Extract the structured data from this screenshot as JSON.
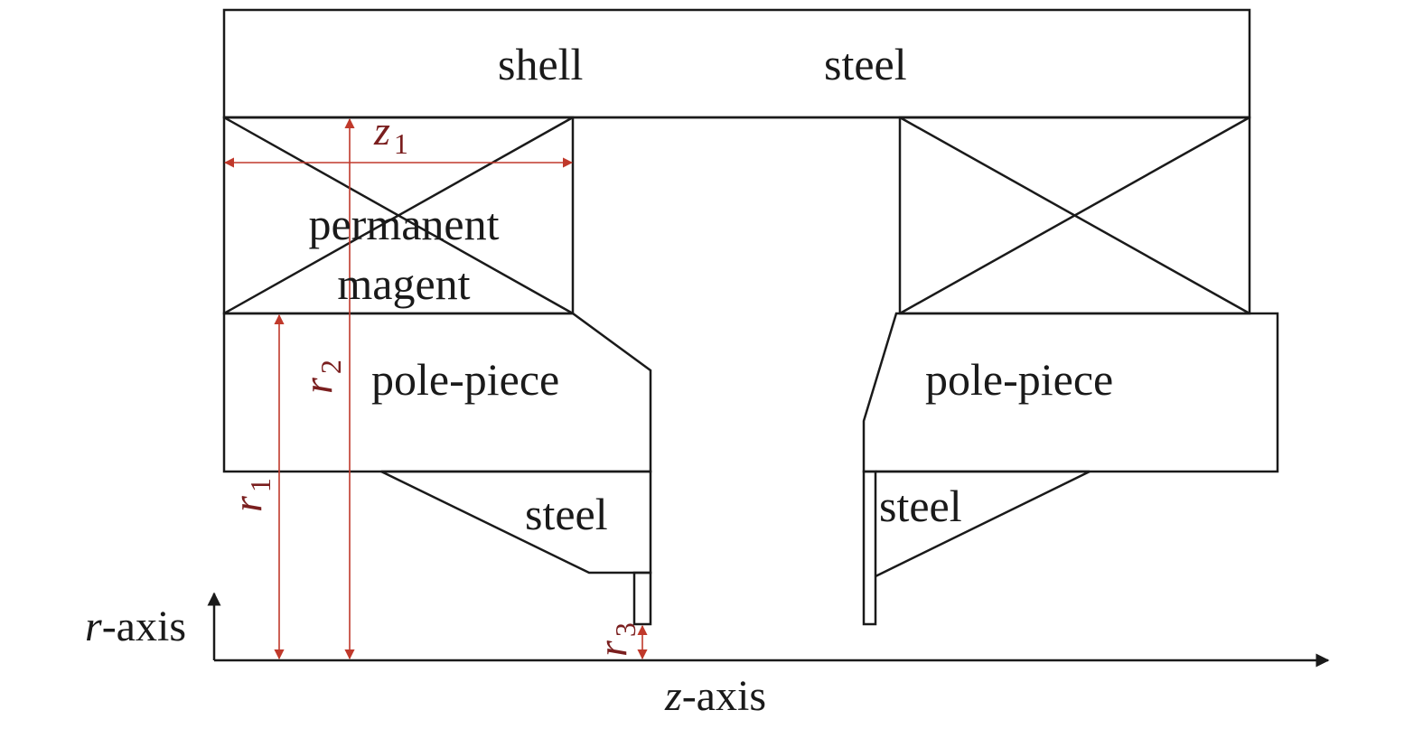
{
  "labels": {
    "shell": "shell",
    "steel_top": "steel",
    "magnet_line1": "permanent",
    "magnet_line2": "magent",
    "pole_left": "pole-piece",
    "pole_right": "pole-piece",
    "steel_left": "steel",
    "steel_right": "steel"
  },
  "dimensions": {
    "z1_var": "z",
    "z1_sub": "1",
    "r1_var": "r",
    "r1_sub": "1",
    "r2_var": "r",
    "r2_sub": "2",
    "r3_var": "r",
    "r3_sub": "3"
  },
  "axes": {
    "r_var": "r",
    "r_suffix": "-axis",
    "z_var": "z",
    "z_suffix": "-axis"
  },
  "colors": {
    "outline": "#1a1a1a",
    "dimension": "#c0392b",
    "dimension_text": "#7a1e1e"
  }
}
